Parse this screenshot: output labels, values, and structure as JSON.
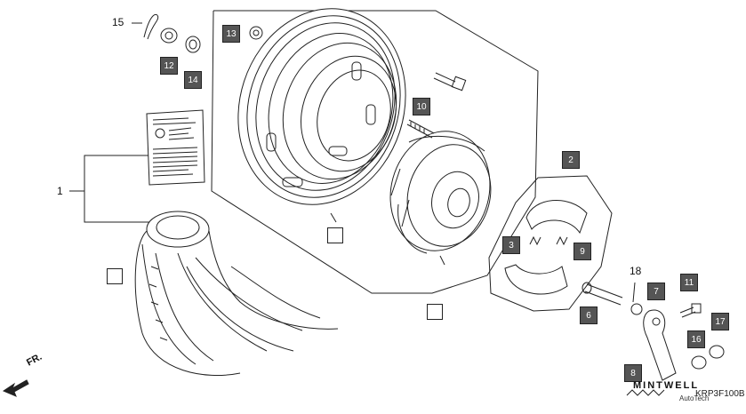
{
  "callouts": {
    "c2": "2",
    "c3": "3",
    "c6": "6",
    "c7": "7",
    "c8": "8",
    "c9": "9",
    "c10": "10",
    "c11": "11",
    "c12": "12",
    "c13": "13",
    "c14": "14",
    "c16": "16",
    "c17": "17"
  },
  "plain_labels": {
    "l1": "1",
    "l15": "15",
    "l18": "18"
  },
  "direction_label": "FR.",
  "watermark": {
    "brand": "MINTWELL",
    "sub": "AutoTech"
  },
  "diagram_code": "KRP3F100B",
  "colors": {
    "callout_fill": "#555555",
    "line": "#222222",
    "background": "#ffffff"
  }
}
